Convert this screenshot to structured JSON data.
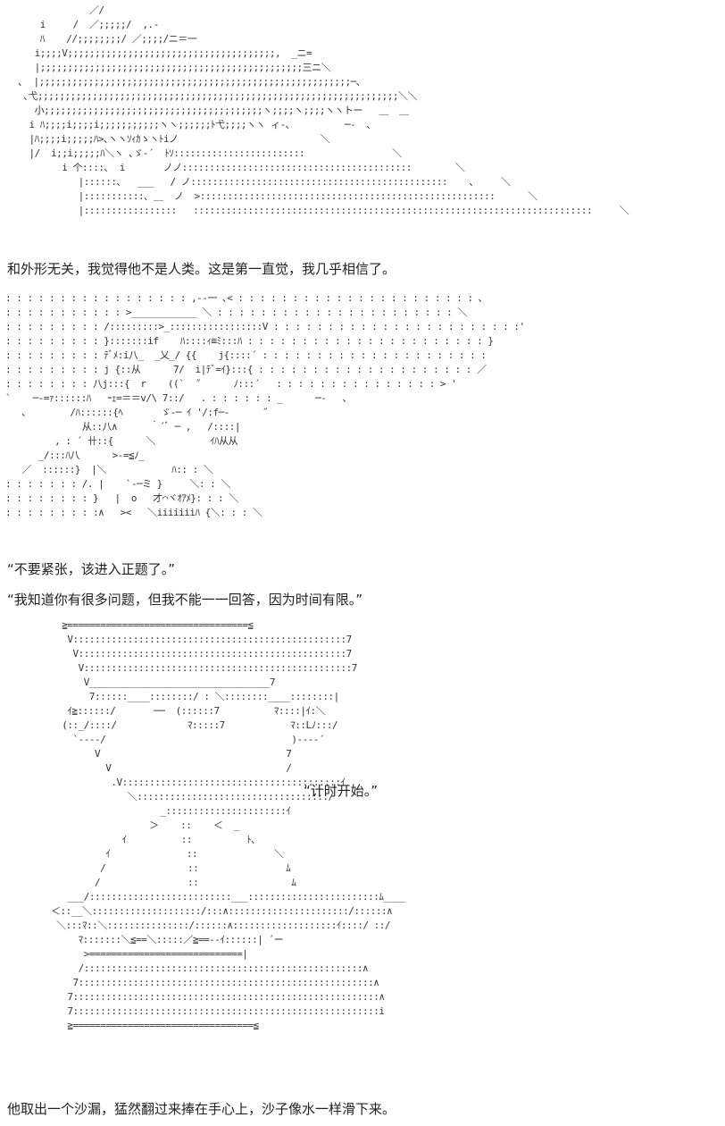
{
  "art1": [
    "               ／/",
    "      i     /  ／;;;;;/  ,.-",
    "      ﾊ    //;;;;;;;;/ ／;;;;/ニ＝一",
    "     i;;;;V;;;;;;;;;;;;;;;;;;;;;;;;;;;;;;;;;;;;;;,  _ニ=",
    "     |;;;;;;;;;;;;;;;;;;;;;;;;;;;;;;;;;;;;;;;;;;;;;;;;三ニ＼",
    "  ､  |;;;;;;;;;;;;;;;;;;;;;;;;;;;;;;;;;;;;;;;;;;;;;;;;;;;;;;;;;─､",
    "   ､弋;;;;;;;;;;;;;;;;;;;;;;;;;;;;;;;;;;;;;;;;;;;;;;;;;;;;;;;;;;;;;;;;;;＼＼",
    "     小;;;;;;;;;;;;;;;;;;;;;;;;;;;;;;;;;;;;;;;;ヽ;;;;ヽ;;;;ヽヽトー   ＿  ＿",
    "    i ﾊ;;;;i;;;;i;;;;;;;;;;;ヽヽ;;;;;;ﾄ弋;;;;ヽヽ ィ-､          ─-  ､",
    "    |ﾊ;;;;i;;;;;ﾊ>､ヽヽｿｨｶゝヽﾄiノ                          ＼",
    "    |/  i;;i;;;;;ﾊ＼ヽ ､ゞ-´  ﾄｿ::::::::::::::::::::::::                ＼",
    "          i 个::::､  i       ノノ::::::::::::::::::::::::::::::::::::::::::        ＼",
    "             |::::::､   ___   / ノ:::::::::::::::::::::::::::::::::::::::::::::::    ､     ＼",
    "             |:::::::::::､ ＿  ノ  >::::::::::::::::::::::::::::::::::::::::::::::::::::::      ＼",
    "             |:::::::::::::::::   :::::::::::::::::::::::::::::::::::::::::::::::::::::::::::::::::::::::::     ＼"
  ],
  "line1": "和外形无关，我觉得他不是人类。这是第一直觉，我几乎相信了。",
  "art2": [
    ": : : : : : : : : : : : : : : : : ,--一 ､< : : : : : : : : : : : : : : : : : : : : : : ､",
    ": : : : : : : : : : : >____________ ＼ : : : : : : : : : : : : : : : : : : : : : : ＼",
    ": : : : : : : : : /:::::::::>_:::::::::::::::::V : : : : : : : : : : : : : : : : : : : : : : :'",
    ": : : : : : : : : }:::::::if    ﾊ::::ｨ≡ﾐ:::ﾊ : : : : : : : : : : : : : : : : : : : : : : }",
    ": : : : : : : : : ﾃﾞﾒ:i八_  _乂_/ {{    j{::::´ : : : : : : : : : : : : : : : : : : : : :",
    ": : : : : : : : : j {::从      7/  i|ﾃﾞ=ｲ}:::{ : : : : : : : : : : : : : : : : : : : : ／",
    ": : : : : : : : 八j:::{  r    ((`  ˝      ﾉ:::´   : : : : : : : : : : : : : : : > '",
    "`    ─-=ｧ::::::ﾊ   ｰｪ=＝＝v/\\ 7::/   . : : : : : : _      ─-   ､",
    "   ､        /ﾊ::::::{ﾍ       ゞ-─ ｲ '/:f─-      ˝",
    "              从::八∧      ｀´ﾞ ─ ,   /::::|",
    "         , : ´ 卄::{      ＼          ｲﾊ从从",
    "      _/:::ﾊ八      >-=≦ﾉ_",
    "   ／  ::::::}  |＼            ﾊ:: : ＼",
    ": : : : : : : /. |    `-─ミ }     ＼: : ＼",
    ": : : : : : : : }   |  o   才⌒ヾｵｱﾒ}: : : ＼",
    ": : : : : : : : :∧   ><   ＼iiiiiiiﾊ {＼: : : ＼"
  ],
  "line2": "“不要紧张，该进入正题了。”",
  "line3": "“我知道你有很多问题，但我不能一一回答，因为时间有限。”",
  "art3": [
    "          ≧=================================≦",
    "           V::::::::::::::::::::::::::::::::::::::::::::::::::7",
    "            V:::::::::::::::::::::::::::::::::::::::::::::::::7",
    "             V:::::::::::::::::::::::::::::::::::::::::::::::::7",
    "              V_________________________________7",
    "               7::::::____::::::::/ : ＼::::::::____::::::::|",
    "           ｲ≧::::::/       ──  (::::::7          ﾏ::::|ｲ:＼",
    "          (::_/::::/             ﾏ:::::7            ﾏ::Lﾉ:::/",
    "            `----/                                  )----´",
    "                V                                  7",
    "                  V                                /",
    "                   .V::::::::::::::::::::::::::::::::::::::::ｲ",
    "                      ＼:::::::::::::::::::::::::::::::::::/",
    "                            _::::::::::::::::::::::ｲ",
    "                          ＞    ::    ＜  _",
    "                     ｲ          ::          ﾄ､",
    "                  ｲ              ::              ＼",
    "                 /               ::                ﾑ",
    "                /                ::                 ﾑ",
    "           ___/::::::::::::::::::::::::::___::::::::::::::::::::::::ﾑ____",
    "        ＜::__＼::::::::::::::::::::/:::∧::::::::::::::::::::::/::::::∧",
    "         ＼:::ﾏ::＼:::::::::::::::/::::::∧:::::::::::::::::::ｲ::::/ ::/",
    "             ﾏ:::::::＼≦==＼:::::／≧==--ｲ::::::| ´ー",
    "              >============================|",
    "             /:::::::::::::::::::::::::::::::::::::::::::::::::::∧",
    "            7::::::::::::::::::::::::::::::::::::::::::::::::::::::∧",
    "           7::::::::::::::::::::::::::::::::::::::::::::::::::::::::∧",
    "           7::::::::::::::::::::::::::::::::::::::::::::::::::::::::i",
    "           ≧=================================≦"
  ],
  "bubble": "“计时开始。”",
  "line4": "他取出一个沙漏，猛然翻过来捧在手心上，沙子像水一样滑下来。"
}
